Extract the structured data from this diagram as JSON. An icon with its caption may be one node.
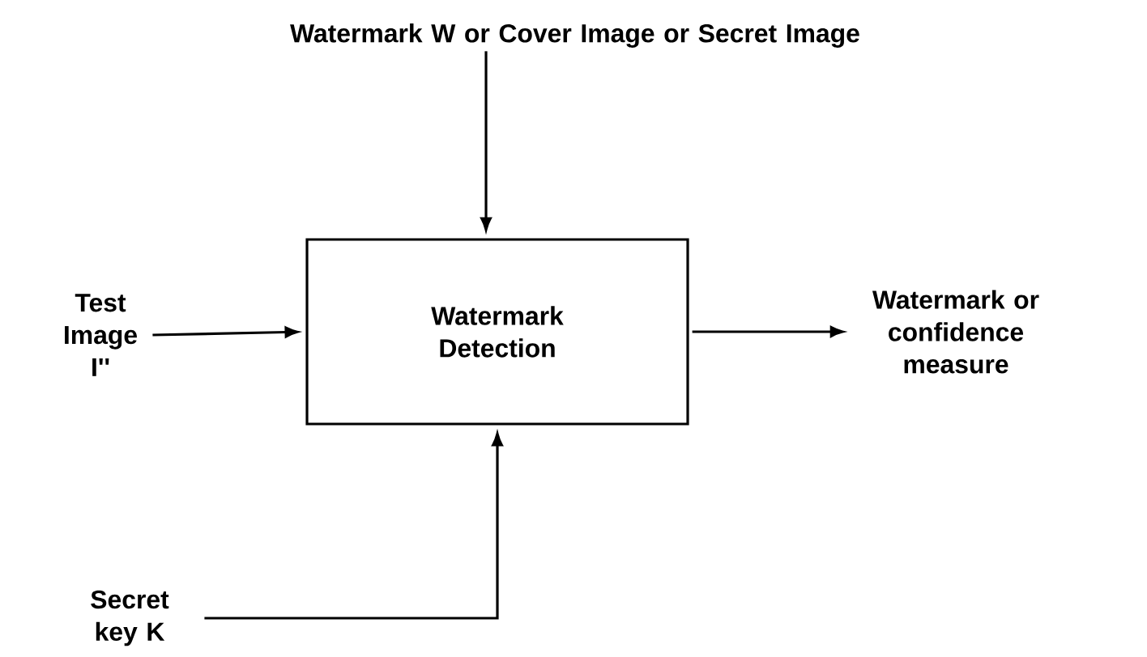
{
  "diagram": {
    "nodes": [
      {
        "text": [
          "Watermark W or Cover Image or Secret Image"
        ]
      },
      {
        "text": [
          "Test Image I''"
        ]
      },
      {
        "text": [
          "Watermark Detection"
        ]
      },
      {
        "text": [
          "Watermark or confidence measure"
        ]
      },
      {
        "text": [
          "Secret key K"
        ]
      }
    ],
    "edges": [
      {
        "from": 0,
        "to": 2,
        "arrow": "to"
      },
      {
        "from": 1,
        "to": 2,
        "arrow": "to"
      },
      {
        "from": 2,
        "to": 3,
        "arrow": "to"
      },
      {
        "from": 4,
        "to": 2,
        "arrow": "to"
      }
    ]
  }
}
